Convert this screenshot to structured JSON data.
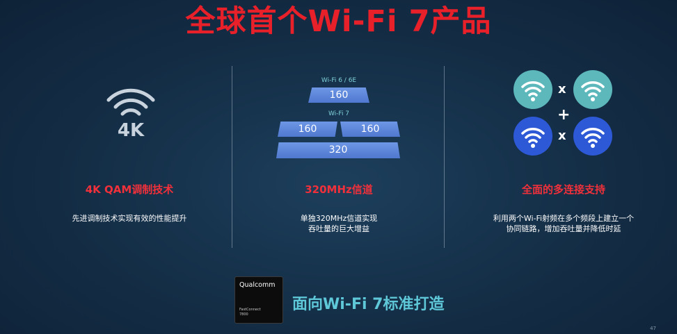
{
  "title": "全球首个Wi-Fi 7产品",
  "col1": {
    "icon_label": "4K",
    "title": "4K QAM调制技术",
    "desc": "先进调制技术实现有效的性能提升"
  },
  "col2": {
    "label_wifi6": "Wi-Fi 6 / 6E",
    "bar_wifi6": "160",
    "label_wifi7": "Wi-Fi 7",
    "bar_wifi7_a": "160",
    "bar_wifi7_b": "160",
    "bar_wifi7_total": "320",
    "title": "320MHz信道",
    "desc_line1": "单独320MHz信道实现",
    "desc_line2": "吞吐量的巨大增益"
  },
  "col3": {
    "op_x1": "x",
    "op_plus": "+",
    "op_x2": "x",
    "title": "全面的多连接支持",
    "desc_line1": "利用两个Wi-Fi射频在多个频段上建立一个",
    "desc_line2": "协同链路，增加吞吐量并降低时延"
  },
  "chip": {
    "brand": "Qualcomm",
    "product_line1": "FastConnect",
    "product_line2": "7800"
  },
  "bottom_text": "面向Wi-Fi 7标准打造",
  "page_number": "47",
  "colors": {
    "title_red": "#e8202a",
    "accent_teal": "#5ec7d8",
    "bar_blue": "#5a82d8",
    "circle_teal": "#5cb8bb",
    "circle_blue": "#2d58d6"
  }
}
